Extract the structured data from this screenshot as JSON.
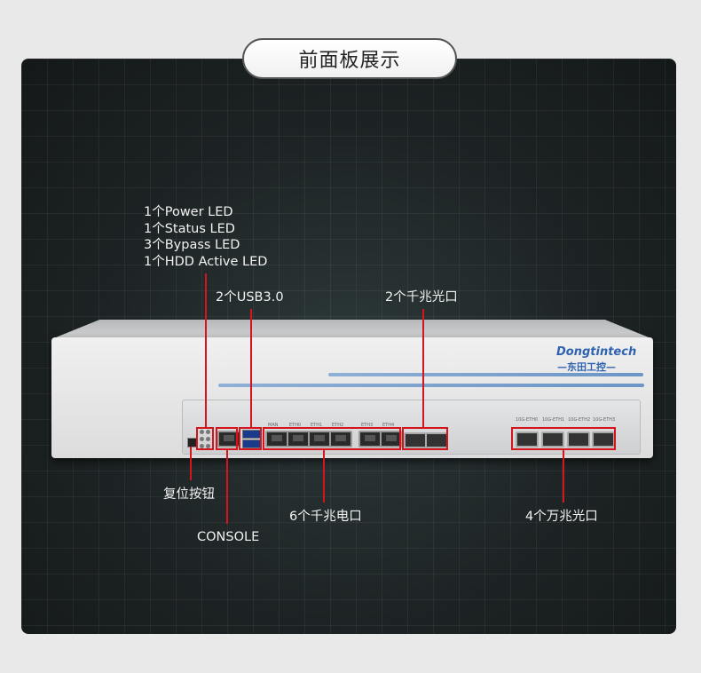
{
  "title": "前面板展示",
  "labels": {
    "leds": [
      "1个Power LED",
      "1个Status LED",
      "3个Bypass LED",
      "1个HDD Active LED"
    ],
    "usb": "2个USB3.0",
    "gig_fiber": "2个千兆光口",
    "reset": "复位按钮",
    "console": "CONSOLE",
    "gig_copper": "6个千兆电口",
    "tengig_fiber": "4个万兆光口"
  },
  "device": {
    "brand": "Dongtintech",
    "brand_sub": "—东田工控—",
    "port_labels": [
      "MAN",
      "ETH0",
      "ETH1",
      "ETH2",
      "ETH3",
      "ETH4"
    ],
    "sfp_labels": [
      "10G-ETH0",
      "10G-ETH1",
      "10G-ETH2",
      "10G-ETH3"
    ]
  },
  "colors": {
    "annotation_red": "#d4151d",
    "brand_blue": "#2f63b0"
  }
}
